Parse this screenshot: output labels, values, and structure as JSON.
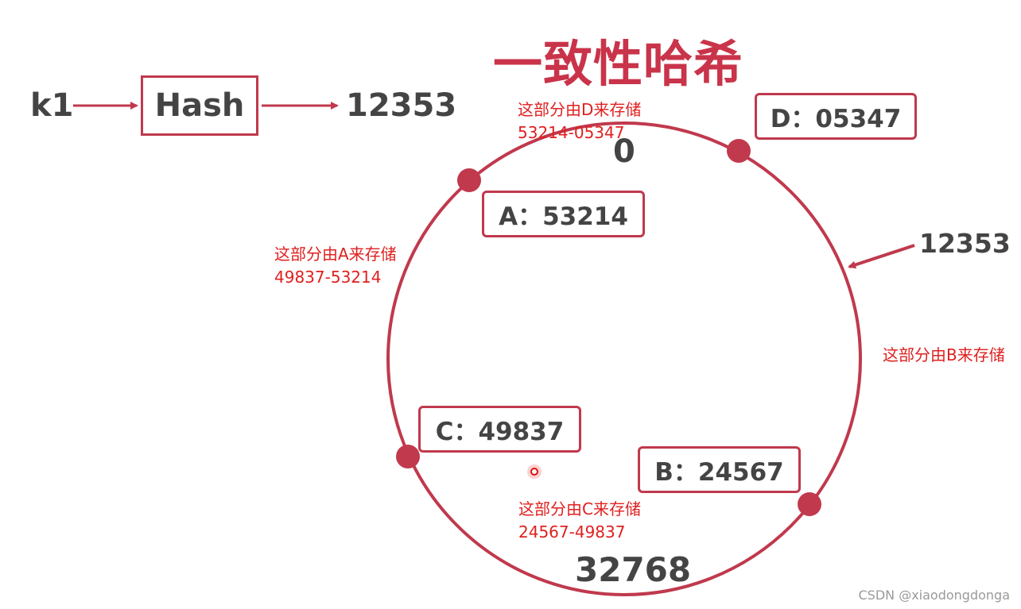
{
  "title": "一致性哈希",
  "hash_flow": {
    "key": "k1",
    "function": "Hash",
    "result": "12353"
  },
  "ring": {
    "top_label": "0",
    "bottom_label": "32768",
    "incoming_value": "12353"
  },
  "nodes": [
    {
      "id": "D",
      "label": "D：05347"
    },
    {
      "id": "A",
      "label": "A：53214"
    },
    {
      "id": "C",
      "label": "C：49837"
    },
    {
      "id": "B",
      "label": "B：24567"
    }
  ],
  "notes": {
    "d": {
      "line1": "这部分由D来存储",
      "line2": "53214-05347"
    },
    "a": {
      "line1": "这部分由A来存储",
      "line2": "49837-53214"
    },
    "b": {
      "line1": "这部分由B来存储"
    },
    "c": {
      "line1": "这部分由C来存储",
      "line2": "24567-49837"
    }
  },
  "colors": {
    "accent": "#c0394d",
    "title": "#c9344a",
    "note": "#e02020",
    "text": "#444444"
  },
  "watermark": "CSDN @xiaodongdonga"
}
